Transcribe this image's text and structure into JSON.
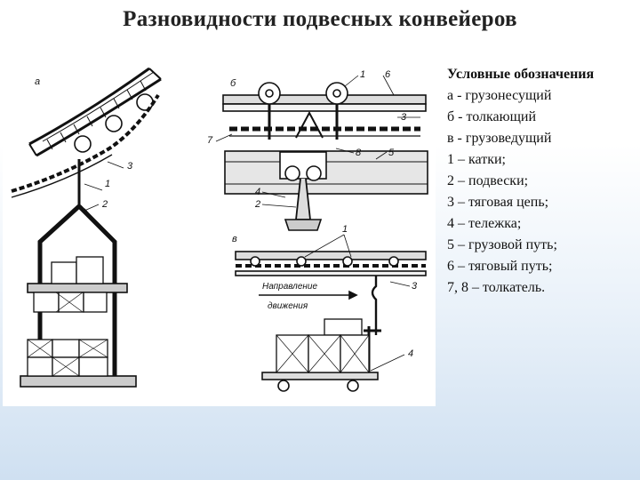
{
  "title": "Разновидности подвесных конвейеров",
  "figure": {
    "panel_a": "а",
    "panel_b": "б",
    "panel_c": "в",
    "a_labels": [
      "1",
      "2",
      "3"
    ],
    "b_labels": [
      "1",
      "6",
      "3",
      "7",
      "8",
      "5",
      "4",
      "2"
    ],
    "c_labels": [
      "1",
      "3",
      "4"
    ],
    "direction_line1": "Направление",
    "direction_line2": "движения"
  },
  "legend": {
    "heading": "Условные обозначения",
    "items": [
      "а - грузонесущий",
      "б - толкающий",
      "в - грузоведущий",
      "1 – катки;",
      "2 – подвески;",
      "3 – тяговая цепь;",
      "4 – тележка;",
      "5 – грузовой путь;",
      "6 – тяговый путь;",
      "7, 8 – толкатель."
    ]
  }
}
